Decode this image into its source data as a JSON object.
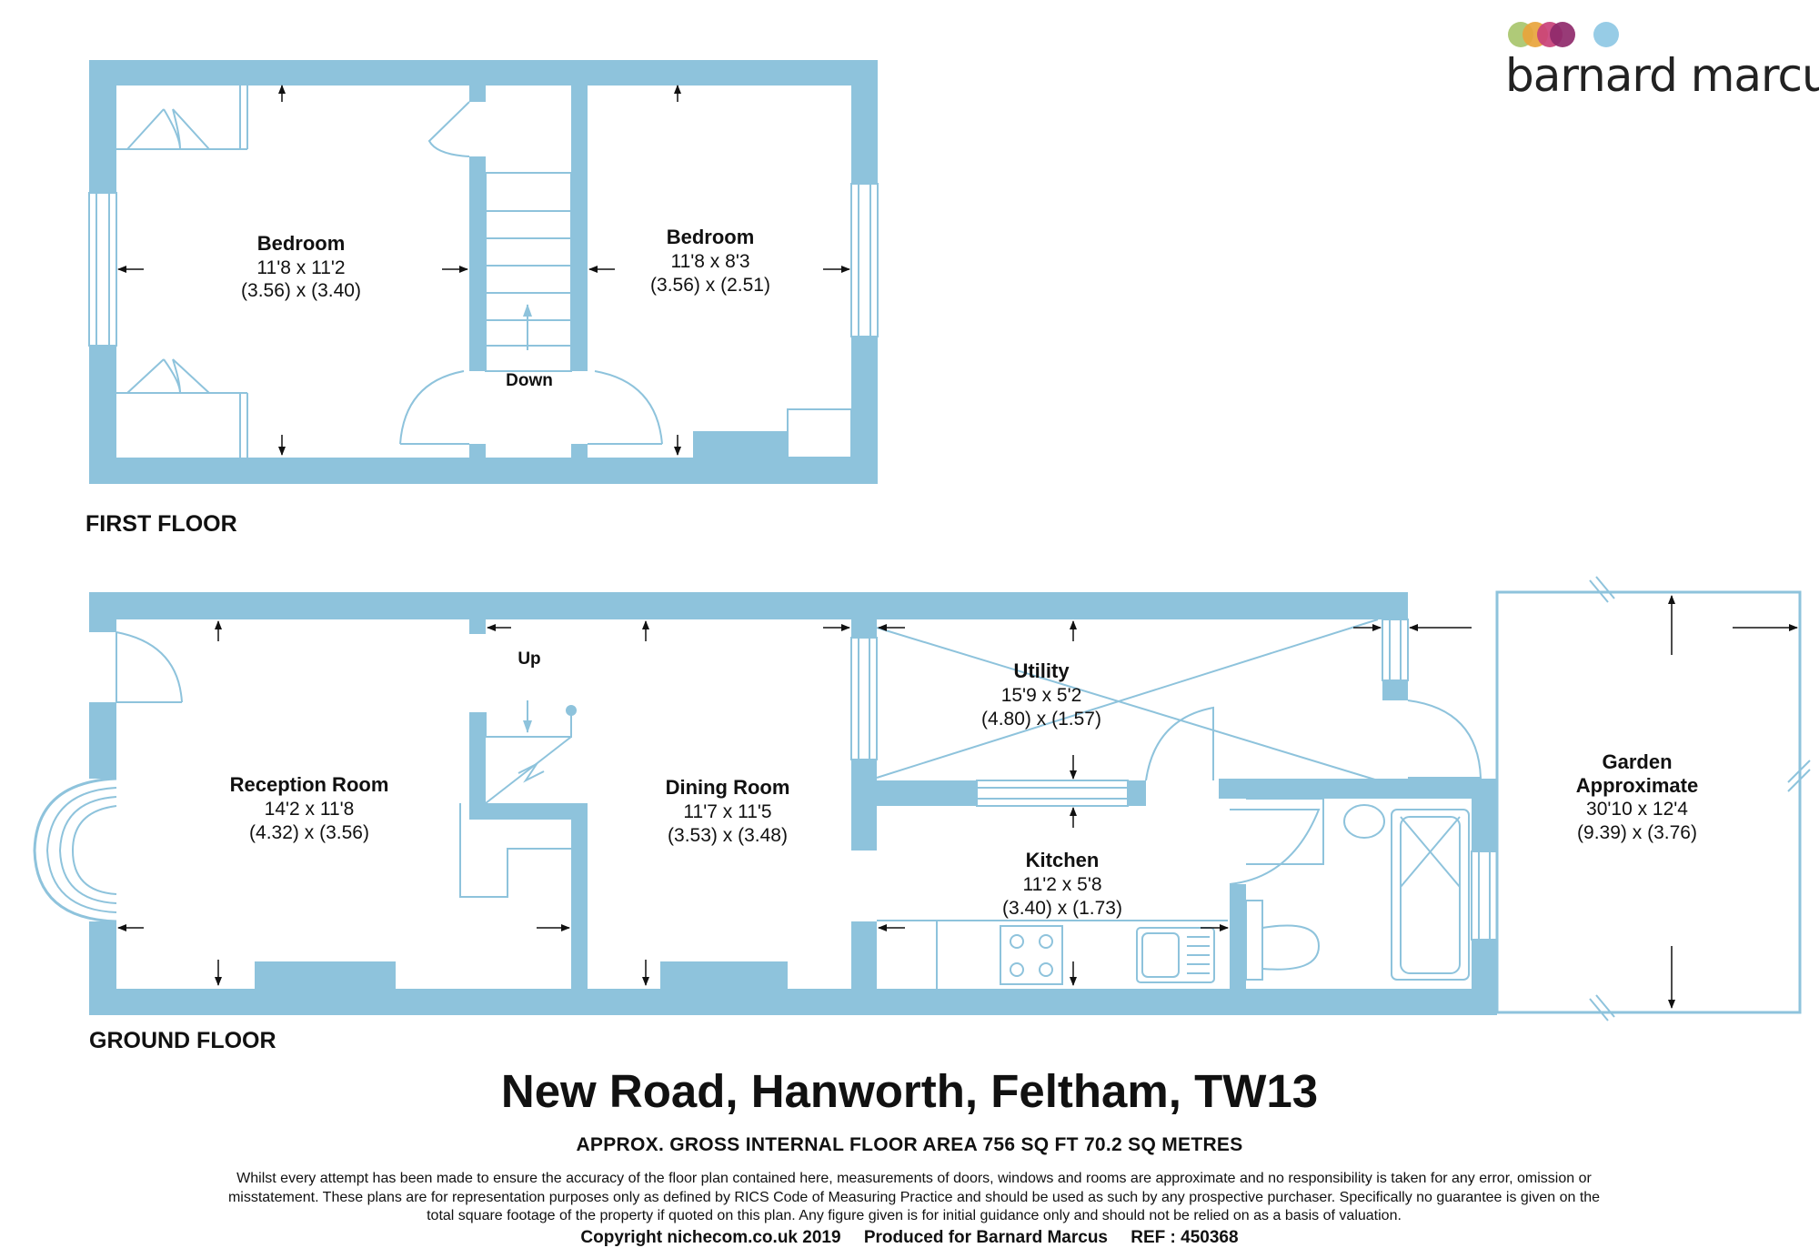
{
  "brand": {
    "name": "barnard marcus",
    "dot_colors": [
      "#a8c66c",
      "#e8a43c",
      "#c9417a",
      "#8f2a6b",
      "#8ec8e4"
    ]
  },
  "colors": {
    "wall": "#8ec3dc",
    "line": "#8ec3dc",
    "text": "#111111"
  },
  "floors": {
    "first": {
      "label": "FIRST FLOOR"
    },
    "ground": {
      "label": "GROUND FLOOR"
    }
  },
  "rooms": {
    "bedroom_1": {
      "name": "Bedroom",
      "imperial": "11'8 x 11'2",
      "metric": "(3.56) x (3.40)"
    },
    "bedroom_2": {
      "name": "Bedroom",
      "imperial": "11'8 x 8'3",
      "metric": "(3.56) x (2.51)"
    },
    "reception": {
      "name": "Reception Room",
      "imperial": "14'2 x 11'8",
      "metric": "(4.32) x (3.56)"
    },
    "dining": {
      "name": "Dining Room",
      "imperial": "11'7 x 11'5",
      "metric": "(3.53) x (3.48)"
    },
    "utility": {
      "name": "Utility",
      "imperial": "15'9 x 5'2",
      "metric": "(4.80) x (1.57)"
    },
    "kitchen": {
      "name": "Kitchen",
      "imperial": "11'2 x 5'8",
      "metric": "(3.40) x (1.73)"
    },
    "garden": {
      "name_line1": "Garden",
      "name_line2": "Approximate",
      "imperial": "30'10 x 12'4",
      "metric": "(9.39) x (3.76)"
    }
  },
  "stairs": {
    "down_label": "Down",
    "up_label": "Up"
  },
  "footer": {
    "address": "New Road, Hanworth, Feltham, TW13",
    "area": "APPROX. GROSS INTERNAL FLOOR AREA 756 SQ FT 70.2 SQ METRES",
    "disclaimer": "Whilst every attempt has been made to ensure the accuracy of the floor plan contained here, measurements of doors, windows and rooms are approximate and no responsibility is taken for any error, omission or misstatement. These plans are for representation purposes only as defined by RICS Code of Measuring Practice and should be used as such by any prospective purchaser. Specifically no guarantee is given on the total square footage of the property if quoted on this plan. Any figure given is for initial guidance only and should not be relied on as a basis of valuation.",
    "copyright": "Copyright nichecom.co.uk 2019",
    "produced": "Produced for Barnard Marcus",
    "ref": "REF : 450368"
  }
}
